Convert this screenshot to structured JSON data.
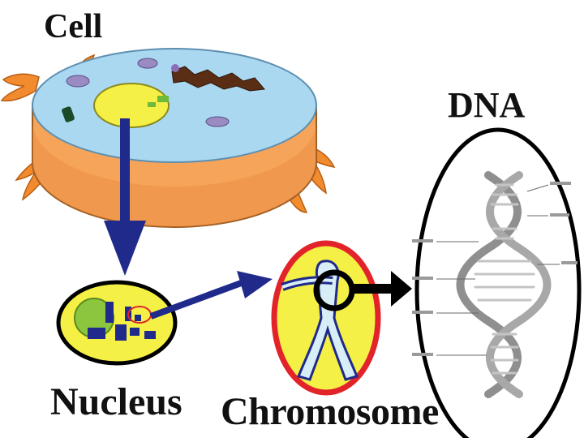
{
  "labels": {
    "cell": "Cell",
    "nucleus": "Nucleus",
    "chromosome": "Chromosome",
    "dna": "DNA"
  },
  "colors": {
    "cell_side": "#F5A45A",
    "cell_side_shade": "#E8883A",
    "cell_top": "#A9D8F0",
    "nucleus_yellow": "#F5F045",
    "nucleus_green": "#8CC63F",
    "arrow_navy": "#1F2A8A",
    "chromosome_ring": "#E2232A",
    "chromosome_arm": "#D8EEF7",
    "outline_black": "#000000",
    "dna_strand": "#9A9A9A"
  }
}
